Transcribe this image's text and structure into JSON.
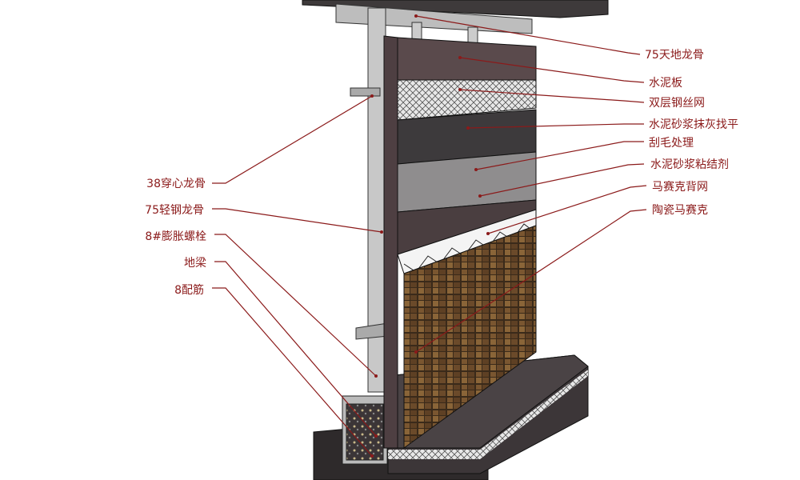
{
  "title": "Light steel keel wall with ceramic mosaic finish - section detail",
  "colors": {
    "label": "#8b1a1a",
    "board": "#5a4a4c",
    "mosaic": "#6b4a2a",
    "frame": "#c8c8c8"
  },
  "right_labels": [
    {
      "id": "top-bottom-keel",
      "text": "75天地龙骨"
    },
    {
      "id": "cement-board",
      "text": "水泥板"
    },
    {
      "id": "double-steel-mesh",
      "text": "双层钢丝网"
    },
    {
      "id": "cement-mortar-leveling",
      "text": "水泥砂浆抹灰找平"
    },
    {
      "id": "roughening",
      "text": "刮毛处理"
    },
    {
      "id": "cement-mortar-adhesive",
      "text": "水泥砂浆粘结剂"
    },
    {
      "id": "mosaic-back-mesh",
      "text": "马赛克背网"
    },
    {
      "id": "ceramic-mosaic",
      "text": "陶瓷马赛克"
    }
  ],
  "left_labels": [
    {
      "id": "through-keel",
      "text": "38穿心龙骨"
    },
    {
      "id": "light-steel-keel",
      "text": "75轻钢龙骨"
    },
    {
      "id": "expansion-bolt",
      "text": "8#膨胀螺栓"
    },
    {
      "id": "ground-beam",
      "text": "地梁"
    },
    {
      "id": "rebar",
      "text": "8配筋"
    }
  ]
}
